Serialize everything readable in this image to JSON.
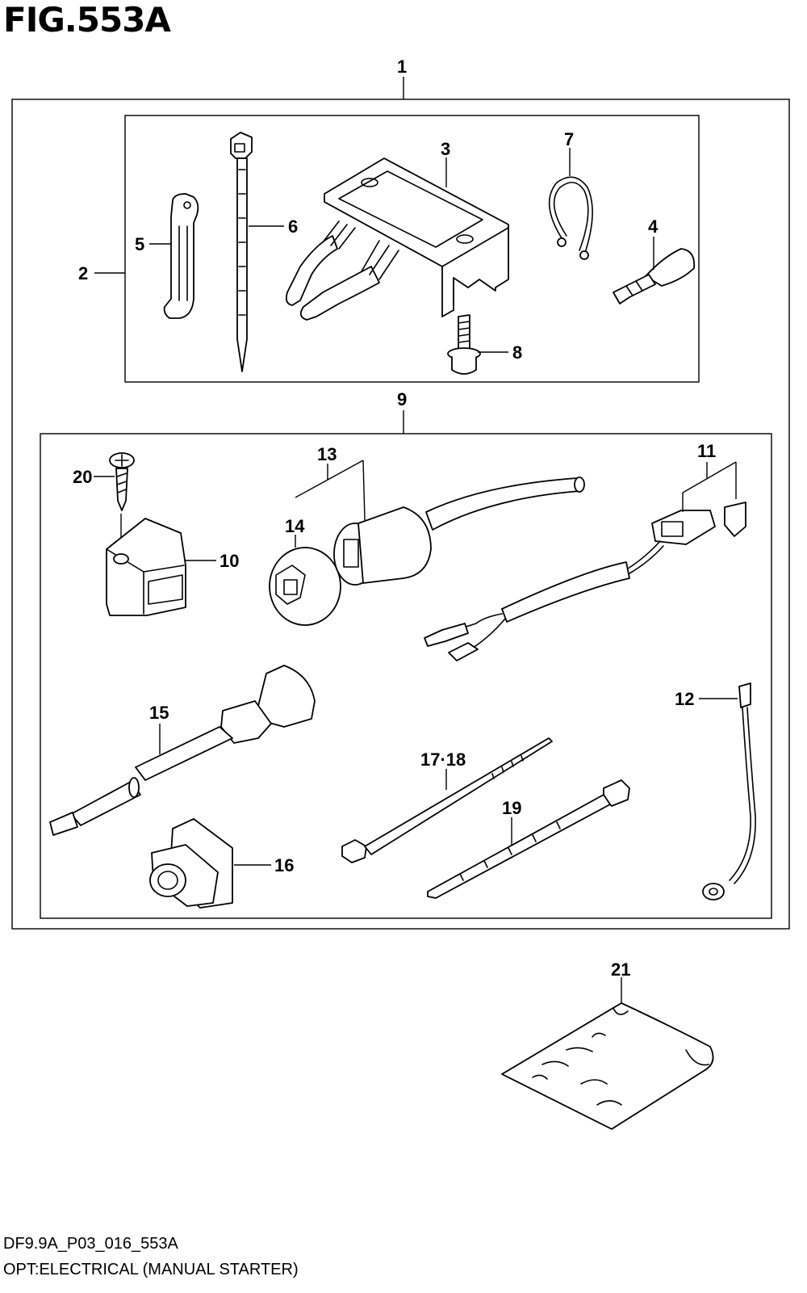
{
  "figure": {
    "title": "FIG.553A"
  },
  "footer": {
    "code": "DF9.9A_P03_016_553A",
    "name": "OPT:ELECTRICAL (MANUAL STARTER)"
  },
  "callouts": {
    "c1": "1",
    "c2": "2",
    "c3": "3",
    "c4": "4",
    "c5": "5",
    "c6": "6",
    "c7": "7",
    "c8": "8",
    "c9": "9",
    "c10": "10",
    "c11": "11",
    "c12": "12",
    "c13": "13",
    "c14": "14",
    "c15": "15",
    "c16": "16",
    "c17_18": "17·18",
    "c19": "19",
    "c20": "20",
    "c21": "21"
  }
}
